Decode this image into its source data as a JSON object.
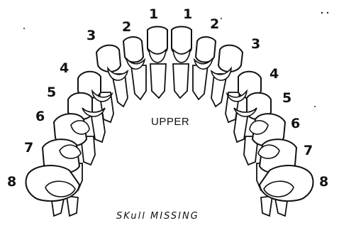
{
  "diagram": {
    "arch_label": "UPPER",
    "note": "SKull MISSING",
    "left_numbers": [
      "1",
      "2",
      "3",
      "4",
      "5",
      "6",
      "7",
      "8"
    ],
    "right_numbers": [
      "1",
      "2",
      "3",
      "4",
      "5",
      "6",
      "7",
      "8"
    ]
  }
}
